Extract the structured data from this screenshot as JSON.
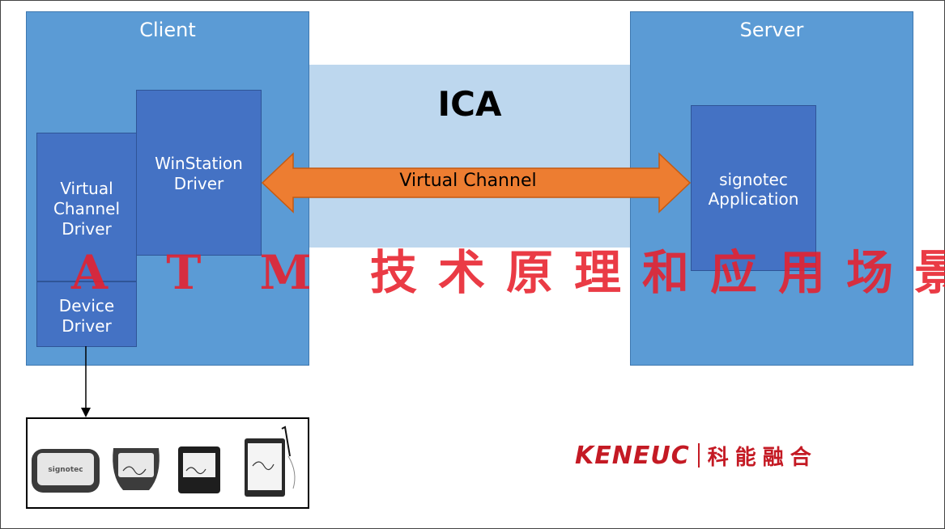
{
  "diagram": {
    "client_title": "Client",
    "server_title": "Server",
    "ica_label": "ICA",
    "virtual_channel_label": "Virtual Channel",
    "winstation": {
      "line1": "WinStation",
      "line2": "Driver"
    },
    "virtual_channel_driver": {
      "line1": "Virtual",
      "line2": "Channel",
      "line3": "Driver"
    },
    "device_driver": {
      "line1": "Device",
      "line2": "Driver"
    },
    "signotec_app": {
      "line1": "signotec",
      "line2": "Application"
    }
  },
  "watermark": "A T M 技术原理和应用场景",
  "devices": {
    "brand": "signotec"
  },
  "logo": {
    "en": "KENEUC",
    "cn": "科能融合"
  },
  "colors": {
    "panel_blue": "#5b9bd5",
    "inner_blue": "#4472c4",
    "ica_band": "#bdd7ee",
    "arrow_orange": "#ed7d31",
    "brand_red": "#c41a24"
  }
}
